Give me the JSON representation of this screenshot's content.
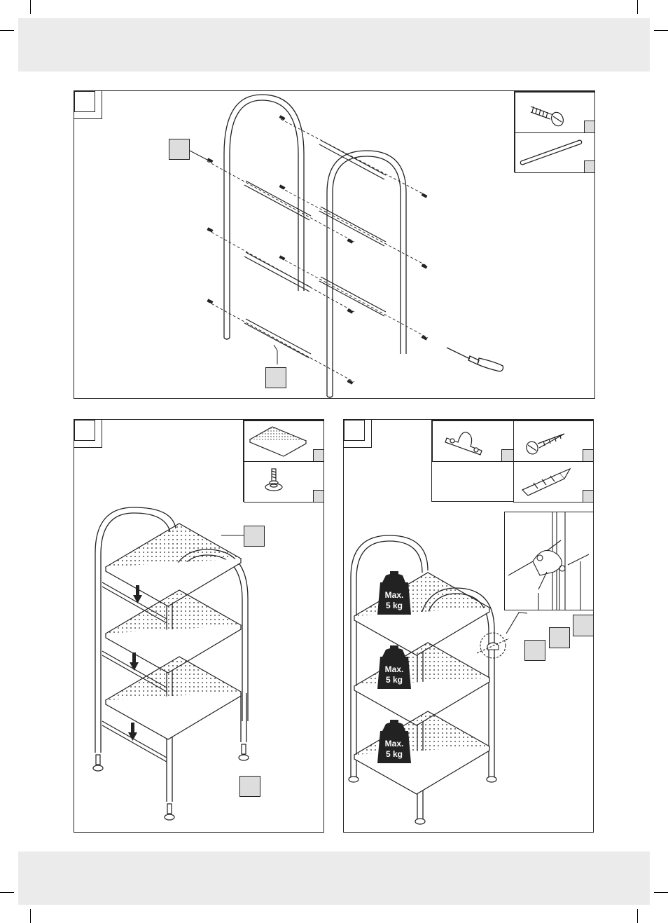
{
  "page": {
    "top_band": "",
    "bottom_band": ""
  },
  "step3": {
    "weight_labels": [
      {
        "max": "Max.",
        "load": "5 kg"
      },
      {
        "max": "Max.",
        "load": "5 kg"
      },
      {
        "max": "Max.",
        "load": "5 kg"
      }
    ]
  },
  "colors": {
    "band": "#ebebeb",
    "callout": "#dddddd",
    "line": "#222222"
  },
  "icons": [
    "screw-icon",
    "rod-icon",
    "shelf-panel-icon",
    "foot-icon",
    "pipe-clamp-icon",
    "wood-screw-icon",
    "wall-plug-icon",
    "screwdriver-icon",
    "weight-icon",
    "arrow-down-icon"
  ]
}
